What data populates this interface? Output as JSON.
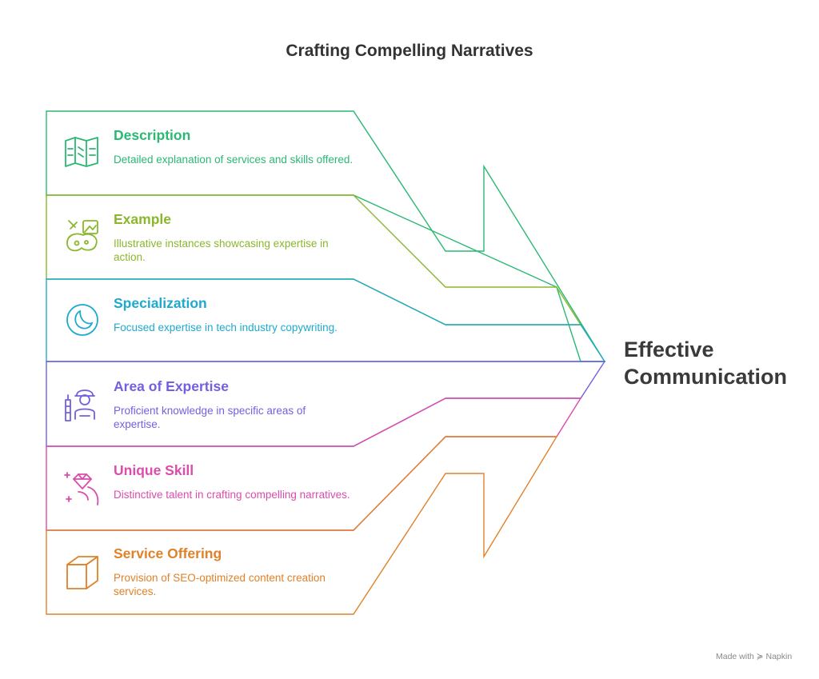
{
  "title": "Crafting Compelling Narratives",
  "outcome": {
    "line1": "Effective",
    "line2": "Communication"
  },
  "items": [
    {
      "title": "Description",
      "description": "Detailed explanation of services and skills offered.",
      "color": "#2bb873",
      "icon": "map-icon"
    },
    {
      "title": "Example",
      "description": "Illustrative instances showcasing expertise in action.",
      "color": "#8ab72b",
      "icon": "palette-art-icon"
    },
    {
      "title": "Specialization",
      "description": "Focused expertise in tech industry copywriting.",
      "color": "#1eaacc",
      "icon": "moon-badge-icon"
    },
    {
      "title": "Area of Expertise",
      "description": "Proficient knowledge in specific areas of expertise.",
      "color": "#7260e0",
      "icon": "worker-icon"
    },
    {
      "title": "Unique Skill",
      "description": "Distinctive talent in crafting compelling narratives.",
      "color": "#db4cab",
      "icon": "diamond-hand-icon"
    },
    {
      "title": "Service Offering",
      "description": "Provision of SEO-optimized content creation services.",
      "color": "#e0822a",
      "icon": "box-icon"
    }
  ],
  "footer": "Made with ≽ Napkin"
}
